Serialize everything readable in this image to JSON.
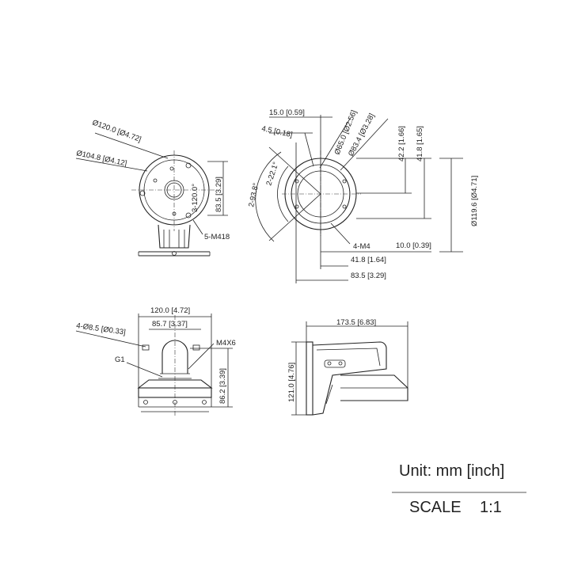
{
  "front_view": {
    "d_outer": "Ø120.0 [Ø4.72]",
    "d_inner": "Ø104.8 [Ø4.12]",
    "angle": "3-120.0°",
    "height": "83.5 [3.29]",
    "screws": "5-M418"
  },
  "top_view": {
    "offset_15": "15.0 [0.59]",
    "offset_4_5": "4.5 [0.18]",
    "d65": "Ø65.0 [Ø2.56]",
    "d83": "Ø83.4 [Ø3.28]",
    "h42": "42.2 [1.66]",
    "h41": "41.8 [1.65]",
    "ang93": "2-93.8°",
    "ang22": "2-22.1°",
    "d119": "Ø119.6 [Ø4.71]",
    "m4": "4-M4",
    "w10": "10.0 [0.39]",
    "w41": "41.8 [1.64]",
    "w83": "83.5 [3.29]"
  },
  "bottom_left_view": {
    "w120": "120.0 [4.72]",
    "w85": "85.7 [3.37]",
    "holes": "4-Ø8.5 [Ø0.33]",
    "m4x6": "M4X6",
    "g1": "G1",
    "h86": "86.2 [3.39]"
  },
  "side_view": {
    "w173": "173.5 [6.83]",
    "h121": "121.0 [4.76]"
  },
  "legend": {
    "unit": "Unit: mm [inch]",
    "scale_label": "SCALE",
    "scale_value": "1:1"
  }
}
